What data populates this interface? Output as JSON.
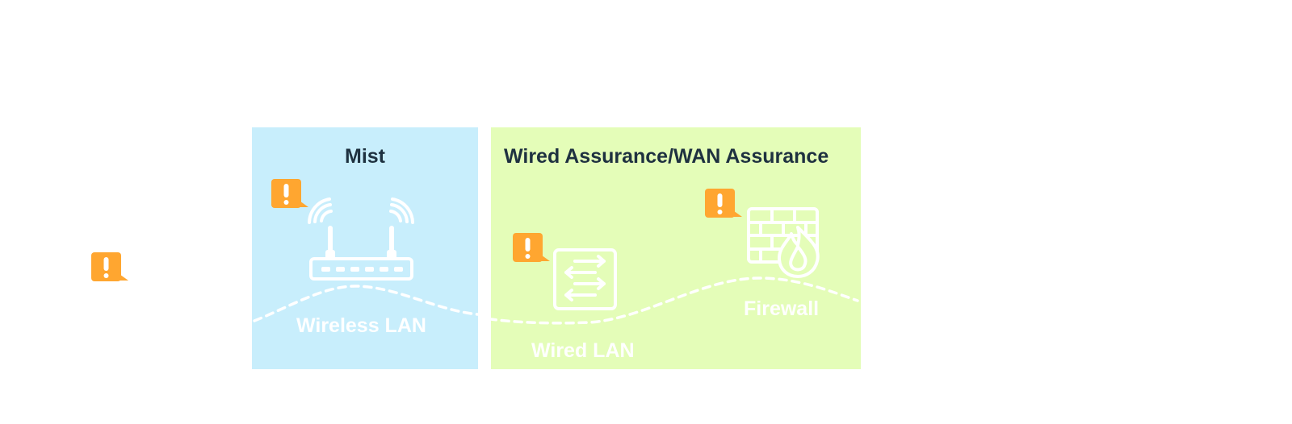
{
  "panels": {
    "mist": {
      "title": "Mist",
      "network_label": "Wireless LAN",
      "background": "#c8eefc"
    },
    "wired": {
      "title": "Wired Assurance/WAN Assurance",
      "switch_label": "Wired LAN",
      "firewall_label": "Firewall",
      "background": "#e4fdb8"
    }
  },
  "colors": {
    "alert": "#ffa630",
    "title_text": "#1e3140",
    "icon": "#ffffff"
  },
  "icons": [
    "alert-icon",
    "wifi-router-icon",
    "network-switch-icon",
    "firewall-icon"
  ]
}
